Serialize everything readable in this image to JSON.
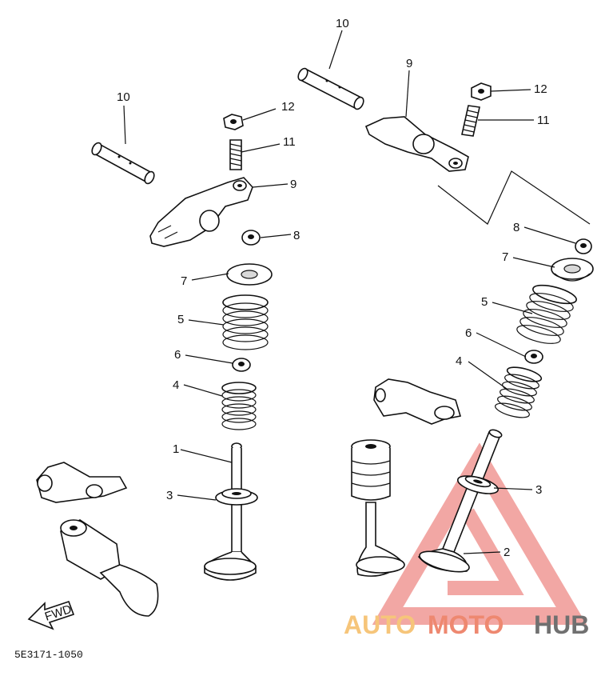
{
  "figure": {
    "part_code": "5E3171-1050",
    "fwd_label": "FWD"
  },
  "callouts": {
    "l10": "10",
    "l12": "12",
    "l11": "11",
    "l9": "9",
    "l8": "8",
    "l7": "7",
    "l5": "5",
    "l6": "6",
    "l4": "4",
    "l1": "1",
    "l3": "3",
    "r10": "10",
    "r9": "9",
    "r12": "12",
    "r11": "11",
    "r8": "8",
    "r7": "7",
    "r5": "5",
    "r6": "6",
    "r4": "4",
    "r3": "3",
    "r2": "2"
  },
  "watermark": {
    "auto": "AUTO",
    "moto": "MOTO",
    "hub": "HUB",
    "colors": {
      "auto": "#f6c57a",
      "moto": "#ee8870",
      "hub": "#707070",
      "triangle": "#ee8a86"
    }
  }
}
